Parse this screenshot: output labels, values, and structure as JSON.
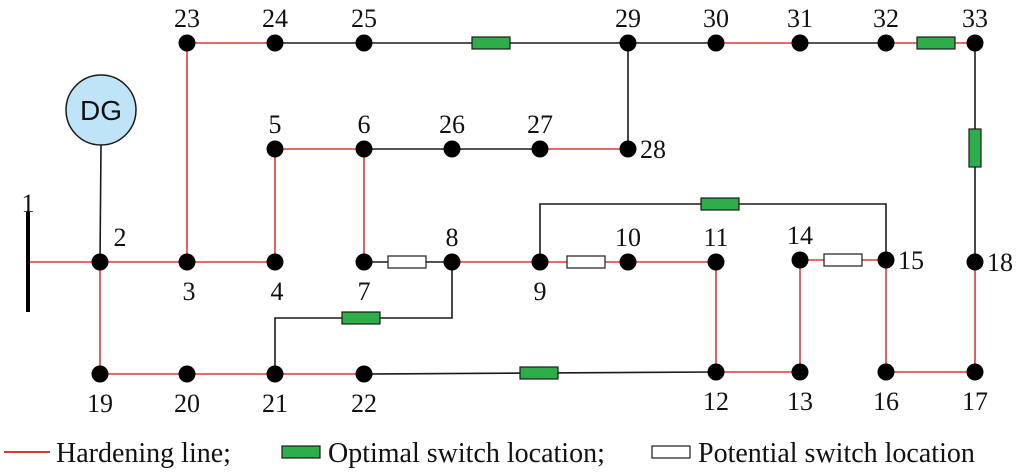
{
  "colors": {
    "hardening": "#d83a3a",
    "normal": "#1a1a1a",
    "optimal_switch": "#2eae4a",
    "potential_switch": "#ffffff",
    "dg_fill": "#bfe4f7"
  },
  "dg": {
    "label": "DG"
  },
  "nodes": [
    {
      "id": "1",
      "label": "1"
    },
    {
      "id": "2",
      "label": "2"
    },
    {
      "id": "3",
      "label": "3"
    },
    {
      "id": "4",
      "label": "4"
    },
    {
      "id": "5",
      "label": "5"
    },
    {
      "id": "6",
      "label": "6"
    },
    {
      "id": "7",
      "label": "7"
    },
    {
      "id": "8",
      "label": "8"
    },
    {
      "id": "9",
      "label": "9"
    },
    {
      "id": "10",
      "label": "10"
    },
    {
      "id": "11",
      "label": "11"
    },
    {
      "id": "12",
      "label": "12"
    },
    {
      "id": "13",
      "label": "13"
    },
    {
      "id": "14",
      "label": "14"
    },
    {
      "id": "15",
      "label": "15"
    },
    {
      "id": "16",
      "label": "16"
    },
    {
      "id": "17",
      "label": "17"
    },
    {
      "id": "18",
      "label": "18"
    },
    {
      "id": "19",
      "label": "19"
    },
    {
      "id": "20",
      "label": "20"
    },
    {
      "id": "21",
      "label": "21"
    },
    {
      "id": "22",
      "label": "22"
    },
    {
      "id": "23",
      "label": "23"
    },
    {
      "id": "24",
      "label": "24"
    },
    {
      "id": "25",
      "label": "25"
    },
    {
      "id": "26",
      "label": "26"
    },
    {
      "id": "27",
      "label": "27"
    },
    {
      "id": "28",
      "label": "28"
    },
    {
      "id": "29",
      "label": "29"
    },
    {
      "id": "30",
      "label": "30"
    },
    {
      "id": "31",
      "label": "31"
    },
    {
      "id": "32",
      "label": "32"
    },
    {
      "id": "33",
      "label": "33"
    }
  ],
  "lines": [
    {
      "from": "1",
      "to": "2",
      "type": "hardening"
    },
    {
      "from": "2",
      "to": "3",
      "type": "hardening"
    },
    {
      "from": "3",
      "to": "4",
      "type": "hardening"
    },
    {
      "from": "4",
      "to": "5",
      "type": "hardening"
    },
    {
      "from": "5",
      "to": "6",
      "type": "hardening"
    },
    {
      "from": "6",
      "to": "7",
      "type": "hardening"
    },
    {
      "from": "7",
      "to": "8",
      "type": "normal",
      "switch": "potential"
    },
    {
      "from": "8",
      "to": "9",
      "type": "hardening"
    },
    {
      "from": "9",
      "to": "10",
      "type": "hardening",
      "switch": "potential"
    },
    {
      "from": "10",
      "to": "11",
      "type": "hardening"
    },
    {
      "from": "11",
      "to": "12",
      "type": "hardening"
    },
    {
      "from": "12",
      "to": "13",
      "type": "hardening"
    },
    {
      "from": "13",
      "to": "14",
      "type": "hardening"
    },
    {
      "from": "14",
      "to": "15",
      "type": "hardening",
      "switch": "potential"
    },
    {
      "from": "15",
      "to": "16",
      "type": "hardening"
    },
    {
      "from": "16",
      "to": "17",
      "type": "hardening"
    },
    {
      "from": "17",
      "to": "18",
      "type": "hardening"
    },
    {
      "from": "18",
      "to": "33",
      "type": "normal",
      "switch": "optimal"
    },
    {
      "from": "2",
      "to": "19",
      "type": "hardening"
    },
    {
      "from": "19",
      "to": "20",
      "type": "hardening"
    },
    {
      "from": "20",
      "to": "21",
      "type": "hardening"
    },
    {
      "from": "21",
      "to": "22",
      "type": "hardening"
    },
    {
      "from": "22",
      "to": "12",
      "type": "normal",
      "switch": "optimal"
    },
    {
      "from": "21",
      "to": "8",
      "type": "normal",
      "switch": "optimal"
    },
    {
      "from": "9",
      "to": "15",
      "type": "normal",
      "switch": "optimal"
    },
    {
      "from": "3",
      "to": "23",
      "type": "hardening"
    },
    {
      "from": "23",
      "to": "24",
      "type": "hardening"
    },
    {
      "from": "24",
      "to": "25",
      "type": "normal"
    },
    {
      "from": "25",
      "to": "29",
      "type": "normal",
      "switch": "optimal"
    },
    {
      "from": "29",
      "to": "30",
      "type": "normal"
    },
    {
      "from": "30",
      "to": "31",
      "type": "hardening"
    },
    {
      "from": "31",
      "to": "32",
      "type": "normal"
    },
    {
      "from": "32",
      "to": "33",
      "type": "hardening",
      "switch": "optimal"
    },
    {
      "from": "6",
      "to": "26",
      "type": "normal"
    },
    {
      "from": "26",
      "to": "27",
      "type": "normal"
    },
    {
      "from": "27",
      "to": "28",
      "type": "hardening"
    },
    {
      "from": "28",
      "to": "29",
      "type": "normal"
    },
    {
      "from": "2",
      "to": "DG",
      "type": "normal"
    }
  ],
  "legend": {
    "hardening": "Hardening line;",
    "optimal": "Optimal switch location;",
    "potential": "Potential switch location"
  }
}
